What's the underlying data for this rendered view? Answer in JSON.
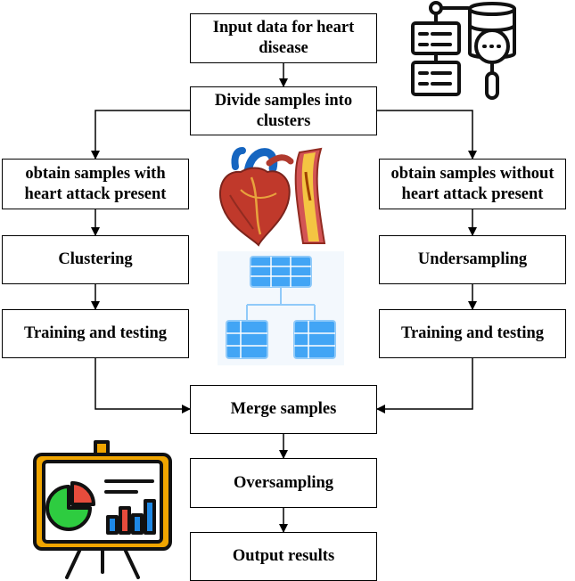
{
  "nodes": {
    "input": "Input data for heart disease",
    "divide": "Divide samples into clusters",
    "with_attack": "obtain samples with heart attack present",
    "without_attack": "obtain samples without heart attack present",
    "clustering": "Clustering",
    "undersampling": "Undersampling",
    "train_left": "Training and testing",
    "train_right": "Training and testing",
    "merge": "Merge samples",
    "oversampling": "Oversampling",
    "output": "Output results"
  },
  "icons": {
    "database": "database-search-icon",
    "heart": "heart-and-artery-icon",
    "tree": "table-hierarchy-icon",
    "board": "presentation-chart-board-icon"
  },
  "colors": {
    "line": "#000000",
    "heart_red": "#c0392b",
    "vessel_blue": "#1565c0",
    "table_blue": "#42a5f5",
    "table_border": "#90caf9",
    "pie_green": "#2ecc40",
    "pie_red": "#e74c3c",
    "bar_blue": "#1e88e5",
    "bar_orange": "#f39c12",
    "board_frame": "#f0a500"
  }
}
